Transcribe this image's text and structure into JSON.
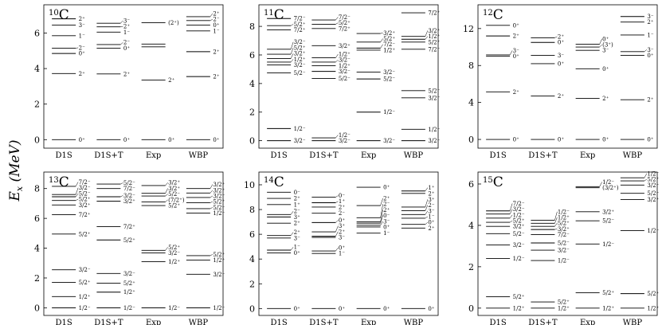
{
  "figure": {
    "ylabel_symbol": "E",
    "ylabel_subscript": "x",
    "ylabel_unit": " (MeV)"
  },
  "chart_data": [
    {
      "type": "level-scheme",
      "nucleus": {
        "mass": "10",
        "element": "C"
      },
      "ylim": [
        -0.3,
        7.5
      ],
      "yticks": [
        0,
        2,
        4,
        6
      ],
      "columns": [
        "D1S",
        "D1S+T",
        "Exp",
        "WBP"
      ],
      "levels": [
        [
          {
            "e": 0,
            "j": "0+"
          },
          {
            "e": 3.72,
            "j": "2+"
          },
          {
            "e": 4.85,
            "j": "0+"
          },
          {
            "e": 5.15,
            "j": "2−"
          },
          {
            "e": 5.85,
            "j": "1−"
          },
          {
            "e": 6.45,
            "j": "3−"
          },
          {
            "e": 6.8,
            "j": "2+"
          }
        ],
        [
          {
            "e": 0,
            "j": "0+"
          },
          {
            "e": 3.7,
            "j": "2+"
          },
          {
            "e": 5.15,
            "j": "0+"
          },
          {
            "e": 5.35,
            "j": "2−"
          },
          {
            "e": 6.05,
            "j": "1−"
          },
          {
            "e": 6.35,
            "j": "2+"
          },
          {
            "e": 6.55,
            "j": "3−"
          }
        ],
        [
          {
            "e": 0,
            "j": "0+"
          },
          {
            "e": 3.35,
            "j": "2+"
          },
          {
            "e": 5.22,
            "j": ""
          },
          {
            "e": 5.38,
            "j": ""
          },
          {
            "e": 6.58,
            "j": "(2+)"
          }
        ],
        [
          {
            "e": 0,
            "j": "0+"
          },
          {
            "e": 3.55,
            "j": "2+"
          },
          {
            "e": 4.95,
            "j": "2+"
          },
          {
            "e": 6.12,
            "j": "1−"
          },
          {
            "e": 6.45,
            "j": "0+"
          },
          {
            "e": 6.7,
            "j": "2−"
          },
          {
            "e": 6.92,
            "j": "2+"
          }
        ]
      ]
    },
    {
      "type": "level-scheme",
      "nucleus": {
        "mass": "11",
        "element": "C"
      },
      "ylim": [
        -0.3,
        9.4
      ],
      "yticks": [
        0,
        2,
        4,
        6,
        8
      ],
      "columns": [
        "D1S",
        "D1S+T",
        "Exp",
        "WBP"
      ],
      "levels": [
        [
          {
            "e": 0,
            "j": "3/2−"
          },
          {
            "e": 0.85,
            "j": "1/2−"
          },
          {
            "e": 4.75,
            "j": "5/2−"
          },
          {
            "e": 5.3,
            "j": "3/2−"
          },
          {
            "e": 5.5,
            "j": "1/2+"
          },
          {
            "e": 5.75,
            "j": "3/2+"
          },
          {
            "e": 6.05,
            "j": "5/2+"
          },
          {
            "e": 6.4,
            "j": "3/2−"
          },
          {
            "e": 7.75,
            "j": "7/2+"
          },
          {
            "e": 8.05,
            "j": "5/2+"
          },
          {
            "e": 8.55,
            "j": "7/2−"
          }
        ],
        [
          {
            "e": 0,
            "j": "3/2−"
          },
          {
            "e": 0.2,
            "j": "1/2−"
          },
          {
            "e": 4.35,
            "j": "5/2−"
          },
          {
            "e": 4.85,
            "j": "3/2−"
          },
          {
            "e": 5.25,
            "j": "1/2+"
          },
          {
            "e": 5.5,
            "j": "3/2−"
          },
          {
            "e": 5.8,
            "j": "1/2+"
          },
          {
            "e": 6.65,
            "j": "3/2+"
          },
          {
            "e": 7.85,
            "j": "7/2+"
          },
          {
            "e": 8.15,
            "j": "5/2+"
          },
          {
            "e": 8.45,
            "j": "7/2−"
          }
        ],
        [
          {
            "e": 0,
            "j": "3/2−"
          },
          {
            "e": 2.0,
            "j": "1/2−"
          },
          {
            "e": 4.32,
            "j": "5/2−"
          },
          {
            "e": 4.8,
            "j": "3/2−"
          },
          {
            "e": 6.34,
            "j": "1/2+"
          },
          {
            "e": 6.48,
            "j": "7/2−"
          },
          {
            "e": 6.9,
            "j": "5/2+"
          },
          {
            "e": 7.5,
            "j": "3/2+"
          }
        ],
        [
          {
            "e": 0,
            "j": "3/2−"
          },
          {
            "e": 0.8,
            "j": "1/2−"
          },
          {
            "e": 3.0,
            "j": "3/2−"
          },
          {
            "e": 3.5,
            "j": "5/2−"
          },
          {
            "e": 6.4,
            "j": "7/2−"
          },
          {
            "e": 6.9,
            "j": "5/2+"
          },
          {
            "e": 7.1,
            "j": "1/2+"
          },
          {
            "e": 7.3,
            "j": "3/2+"
          },
          {
            "e": 8.95,
            "j": "7/2+"
          }
        ]
      ]
    },
    {
      "type": "level-scheme",
      "nucleus": {
        "mass": "12",
        "element": "C"
      },
      "ylim": [
        -0.6,
        14.4
      ],
      "yticks": [
        0,
        4,
        8,
        12
      ],
      "columns": [
        "D1S",
        "D1S+T",
        "Exp",
        "WBP"
      ],
      "levels": [
        [
          {
            "e": 0,
            "j": "0+"
          },
          {
            "e": 5.15,
            "j": "2+"
          },
          {
            "e": 9.0,
            "j": "0+"
          },
          {
            "e": 9.15,
            "j": "3−"
          },
          {
            "e": 11.2,
            "j": "2+"
          },
          {
            "e": 12.35,
            "j": "0+"
          }
        ],
        [
          {
            "e": 0,
            "j": "0+"
          },
          {
            "e": 4.7,
            "j": "2+"
          },
          {
            "e": 8.2,
            "j": "0+"
          },
          {
            "e": 9.1,
            "j": "3−"
          },
          {
            "e": 10.5,
            "j": "0+"
          },
          {
            "e": 11.0,
            "j": "2+"
          }
        ],
        [
          {
            "e": 0,
            "j": "0+"
          },
          {
            "e": 4.44,
            "j": "2+"
          },
          {
            "e": 7.65,
            "j": "0+"
          },
          {
            "e": 9.64,
            "j": "3−"
          },
          {
            "e": 10.0,
            "j": "(3+)"
          },
          {
            "e": 10.3,
            "j": "0+"
          }
        ],
        [
          {
            "e": 0,
            "j": "0+"
          },
          {
            "e": 4.3,
            "j": "2+"
          },
          {
            "e": 9.1,
            "j": "0+"
          },
          {
            "e": 9.5,
            "j": "3−"
          },
          {
            "e": 11.3,
            "j": "1−"
          },
          {
            "e": 12.7,
            "j": "2+"
          },
          {
            "e": 13.3,
            "j": "3−"
          }
        ]
      ]
    },
    {
      "type": "level-scheme",
      "nucleus": {
        "mass": "13",
        "element": "C"
      },
      "ylim": [
        -0.3,
        9.0
      ],
      "yticks": [
        0,
        2,
        4,
        6,
        8
      ],
      "columns": [
        "D1S",
        "D1S+T",
        "Exp",
        "WBP"
      ],
      "levels": [
        [
          {
            "e": 0,
            "j": "1/2−"
          },
          {
            "e": 0.75,
            "j": "1/2+"
          },
          {
            "e": 1.7,
            "j": "5/2+"
          },
          {
            "e": 2.55,
            "j": "3/2−"
          },
          {
            "e": 4.95,
            "j": "5/2+"
          },
          {
            "e": 6.25,
            "j": "7/2+"
          },
          {
            "e": 6.9,
            "j": "3/2+"
          },
          {
            "e": 7.2,
            "j": "5/2+"
          },
          {
            "e": 7.45,
            "j": "5/2−"
          },
          {
            "e": 7.6,
            "j": "3/2−"
          },
          {
            "e": 8.15,
            "j": "7/2−"
          }
        ],
        [
          {
            "e": 0,
            "j": "1/2−"
          },
          {
            "e": 1.05,
            "j": "1/2+"
          },
          {
            "e": 1.65,
            "j": "5/2+"
          },
          {
            "e": 2.3,
            "j": "3/2−"
          },
          {
            "e": 4.55,
            "j": "5/2+"
          },
          {
            "e": 5.45,
            "j": "7/2+"
          },
          {
            "e": 7.15,
            "j": "3/2+"
          },
          {
            "e": 7.45,
            "j": "3/2−"
          },
          {
            "e": 8.0,
            "j": "7/2−"
          },
          {
            "e": 8.3,
            "j": "5/2−"
          }
        ],
        [
          {
            "e": 0,
            "j": "1/2−"
          },
          {
            "e": 3.09,
            "j": "1/2+"
          },
          {
            "e": 3.68,
            "j": "3/2−"
          },
          {
            "e": 3.85,
            "j": "5/2+"
          },
          {
            "e": 6.86,
            "j": "5/2+"
          },
          {
            "e": 7.1,
            "j": "(7/2+)"
          },
          {
            "e": 7.5,
            "j": "5/2−"
          },
          {
            "e": 7.68,
            "j": "3/2+"
          },
          {
            "e": 8.2,
            "j": "3/2+"
          }
        ],
        [
          {
            "e": 0,
            "j": "1/2−"
          },
          {
            "e": 2.25,
            "j": "3/2−"
          },
          {
            "e": 3.2,
            "j": "1/2+"
          },
          {
            "e": 3.5,
            "j": "5/2+"
          },
          {
            "e": 6.35,
            "j": "1/2−"
          },
          {
            "e": 6.65,
            "j": "5/2−"
          },
          {
            "e": 7.05,
            "j": "5/2+"
          },
          {
            "e": 7.4,
            "j": "3/2−"
          },
          {
            "e": 7.7,
            "j": "3/2+"
          },
          {
            "e": 8.0,
            "j": "3/2+"
          }
        ]
      ]
    },
    {
      "type": "level-scheme",
      "nucleus": {
        "mass": "14",
        "element": "C"
      },
      "ylim": [
        -0.3,
        10.9
      ],
      "yticks": [
        0,
        2,
        4,
        6,
        8,
        10
      ],
      "columns": [
        "D1S",
        "D1S+T",
        "Exp",
        "WBP"
      ],
      "levels": [
        [
          {
            "e": 0,
            "j": "0+"
          },
          {
            "e": 4.5,
            "j": "0+"
          },
          {
            "e": 4.72,
            "j": "1−"
          },
          {
            "e": 5.7,
            "j": "3−"
          },
          {
            "e": 5.9,
            "j": "2+"
          },
          {
            "e": 6.9,
            "j": "2+"
          },
          {
            "e": 7.4,
            "j": "3+"
          },
          {
            "e": 7.6,
            "j": "2−"
          },
          {
            "e": 8.4,
            "j": "1+"
          },
          {
            "e": 8.9,
            "j": "2+"
          },
          {
            "e": 9.4,
            "j": "0−"
          }
        ],
        [
          {
            "e": 0,
            "j": "0+"
          },
          {
            "e": 4.45,
            "j": "1−"
          },
          {
            "e": 4.65,
            "j": "0+"
          },
          {
            "e": 5.75,
            "j": "3−"
          },
          {
            "e": 5.85,
            "j": "2+"
          },
          {
            "e": 6.2,
            "j": "3+"
          },
          {
            "e": 6.95,
            "j": "0+"
          },
          {
            "e": 7.7,
            "j": "2−"
          },
          {
            "e": 8.2,
            "j": "2+"
          },
          {
            "e": 8.55,
            "j": "1+"
          },
          {
            "e": 9.0,
            "j": "0−"
          }
        ],
        [
          {
            "e": 0,
            "j": "0+"
          },
          {
            "e": 6.09,
            "j": "1−"
          },
          {
            "e": 6.59,
            "j": "0+"
          },
          {
            "e": 6.73,
            "j": "3−"
          },
          {
            "e": 6.9,
            "j": "0−"
          },
          {
            "e": 7.01,
            "j": "2+"
          },
          {
            "e": 7.34,
            "j": "2−"
          },
          {
            "e": 8.32,
            "j": "2+"
          },
          {
            "e": 9.8,
            "j": "0+"
          }
        ],
        [
          {
            "e": 0,
            "j": "0+"
          },
          {
            "e": 6.5,
            "j": "2+"
          },
          {
            "e": 6.8,
            "j": "0+"
          },
          {
            "e": 7.3,
            "j": "1−"
          },
          {
            "e": 7.6,
            "j": "3−"
          },
          {
            "e": 7.9,
            "j": "2−"
          },
          {
            "e": 8.2,
            "j": "3+"
          },
          {
            "e": 9.3,
            "j": "2+"
          },
          {
            "e": 9.5,
            "j": "1+"
          }
        ]
      ]
    },
    {
      "type": "level-scheme",
      "nucleus": {
        "mass": "15",
        "element": "C"
      },
      "ylim": [
        -0.2,
        6.5
      ],
      "yticks": [
        0,
        2,
        4,
        6
      ],
      "columns": [
        "D1S",
        "D1S+T",
        "Exp",
        "WBP"
      ],
      "levels": [
        [
          {
            "e": 0,
            "j": "1/2+"
          },
          {
            "e": 0.55,
            "j": "5/2+"
          },
          {
            "e": 2.4,
            "j": "1/2−"
          },
          {
            "e": 3.05,
            "j": "3/2−"
          },
          {
            "e": 3.6,
            "j": "5/2−"
          },
          {
            "e": 3.95,
            "j": "3/2+"
          },
          {
            "e": 4.15,
            "j": "5/2+"
          },
          {
            "e": 4.35,
            "j": "1/2−"
          },
          {
            "e": 4.55,
            "j": "3/2−"
          },
          {
            "e": 4.7,
            "j": "7/2−"
          }
        ],
        [
          {
            "e": 0,
            "j": "1/2+"
          },
          {
            "e": 0.3,
            "j": "5/2+"
          },
          {
            "e": 2.3,
            "j": "1/2−"
          },
          {
            "e": 2.8,
            "j": "3/2−"
          },
          {
            "e": 3.15,
            "j": "5/2−"
          },
          {
            "e": 3.55,
            "j": "7/2−"
          },
          {
            "e": 3.8,
            "j": "3/2+"
          },
          {
            "e": 3.95,
            "j": "5/2+"
          },
          {
            "e": 4.1,
            "j": "1/2+"
          },
          {
            "e": 4.25,
            "j": "1/2−"
          }
        ],
        [
          {
            "e": 0,
            "j": "1/2+"
          },
          {
            "e": 0.74,
            "j": "5/2+"
          },
          {
            "e": 3.1,
            "j": "1/2−"
          },
          {
            "e": 4.22,
            "j": "5/2−"
          },
          {
            "e": 4.66,
            "j": "3/2+"
          },
          {
            "e": 5.82,
            "j": "(3/2+)"
          },
          {
            "e": 5.87,
            "j": "1/2−"
          }
        ],
        [
          {
            "e": 0,
            "j": "1/2+"
          },
          {
            "e": 0.7,
            "j": "5/2+"
          },
          {
            "e": 3.75,
            "j": "1/2−"
          },
          {
            "e": 5.25,
            "j": "3/2+"
          },
          {
            "e": 5.55,
            "j": "5/2−"
          },
          {
            "e": 5.95,
            "j": "3/2−"
          },
          {
            "e": 6.15,
            "j": "5/2+"
          },
          {
            "e": 6.3,
            "j": "1/2−"
          }
        ]
      ]
    }
  ]
}
